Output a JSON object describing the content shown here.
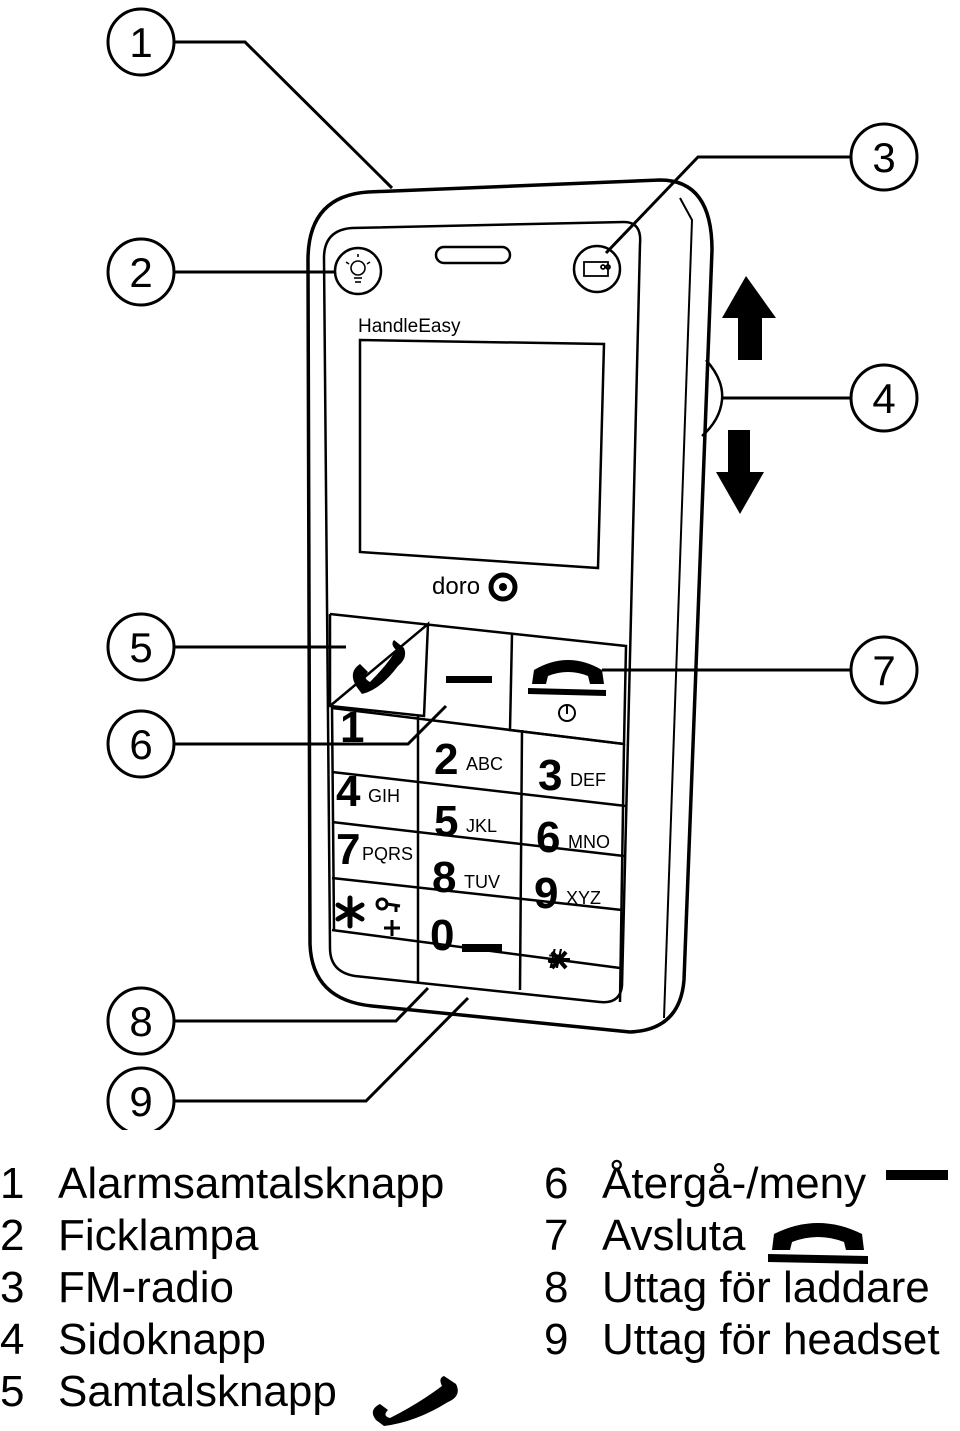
{
  "phone": {
    "brand_label": "HandleEasy",
    "logo_text": "doro"
  },
  "callouts": [
    "1",
    "2",
    "3",
    "4",
    "5",
    "6",
    "7",
    "8",
    "9"
  ],
  "keypad": [
    {
      "digit": "1",
      "letters": ""
    },
    {
      "digit": "2",
      "letters": "ABC"
    },
    {
      "digit": "3",
      "letters": "DEF"
    },
    {
      "digit": "4",
      "letters": "GIH"
    },
    {
      "digit": "5",
      "letters": "JKL"
    },
    {
      "digit": "6",
      "letters": "MNO"
    },
    {
      "digit": "7",
      "letters": "PQRS"
    },
    {
      "digit": "8",
      "letters": "TUV"
    },
    {
      "digit": "9",
      "letters": "XYZ"
    },
    {
      "digit": "0",
      "letters": ""
    },
    {
      "digit": "#",
      "letters": ""
    }
  ],
  "legend": [
    {
      "num": "1",
      "label": "Alarmsamtalsknapp",
      "icon": ""
    },
    {
      "num": "2",
      "label": "Ficklampa",
      "icon": ""
    },
    {
      "num": "3",
      "label": "FM-radio",
      "icon": ""
    },
    {
      "num": "4",
      "label": "Sidoknapp",
      "icon": ""
    },
    {
      "num": "5",
      "label": "Samtalsknapp",
      "icon": "call-handset-icon"
    },
    {
      "num": "6",
      "label": "Återgå-/meny",
      "icon": "menu-dash-icon"
    },
    {
      "num": "7",
      "label": "Avsluta",
      "icon": "end-call-handset-icon"
    },
    {
      "num": "8",
      "label": "Uttag för laddare",
      "icon": ""
    },
    {
      "num": "9",
      "label": "Uttag för headset",
      "icon": ""
    }
  ]
}
